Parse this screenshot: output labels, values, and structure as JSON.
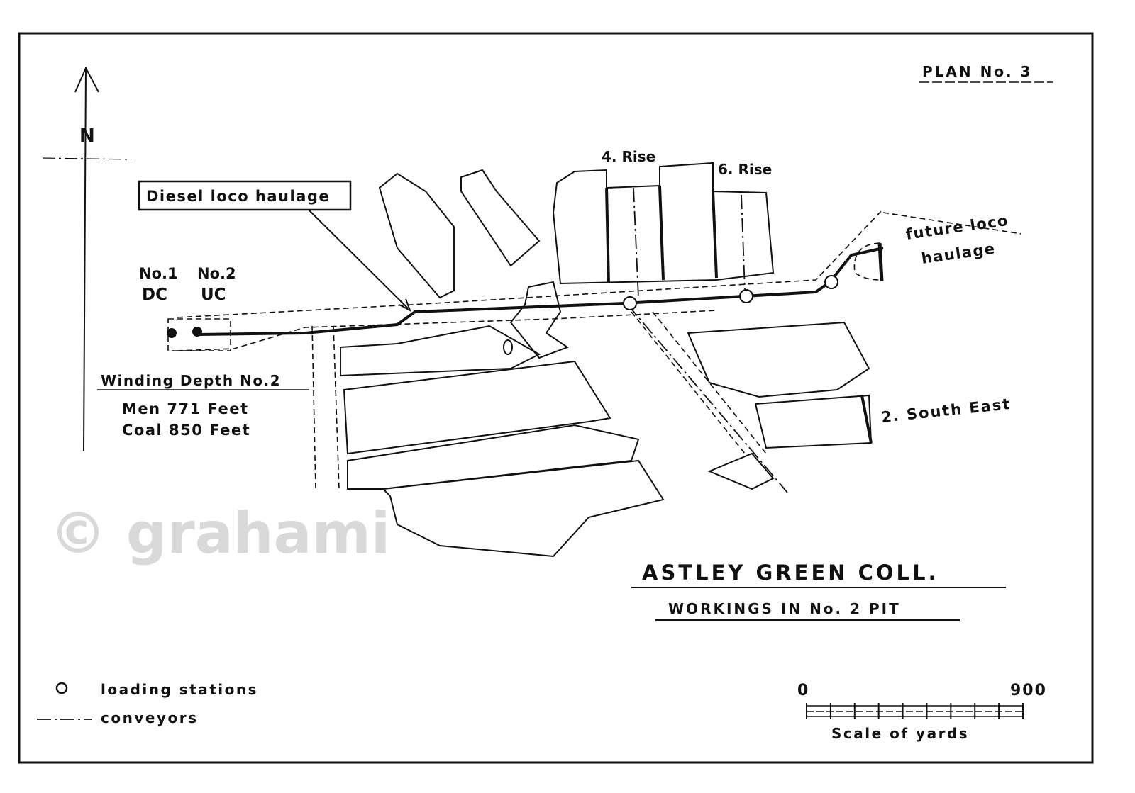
{
  "plan_number": "PLAN No. 3",
  "north_label": "N",
  "title": "ASTLEY GREEN COLL.",
  "subtitle": "WORKINGS IN No. 2 PIT",
  "labels": {
    "diesel_haulage": "Diesel loco haulage",
    "rise_4": "4. Rise",
    "rise_6": "6. Rise",
    "future_1": "future loco",
    "future_2": "haulage",
    "shaft1_name": "No.1",
    "shaft1_type": "DC",
    "shaft2_name": "No.2",
    "shaft2_type": "UC",
    "south_east": "2. South East"
  },
  "winding_depth": {
    "heading": "Winding Depth No.2",
    "men": "Men 771 Feet",
    "coal": "Coal 850 Feet"
  },
  "legend": {
    "loading_stations": "loading stations",
    "conveyors": "conveyors"
  },
  "scale": {
    "start": "0",
    "end": "900",
    "label": "Scale of yards",
    "unit": "yards",
    "max": 900
  },
  "watermark": "© grahami"
}
